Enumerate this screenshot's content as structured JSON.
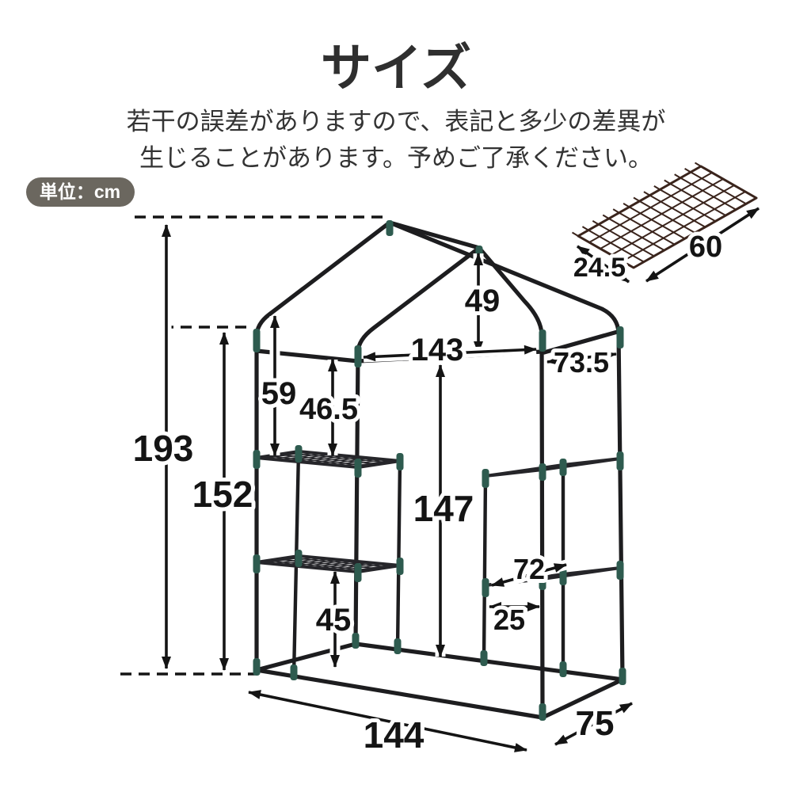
{
  "header": {
    "title": "サイズ",
    "subtitle_line1": "若干の誤差がありますので、表記と多少の差異が",
    "subtitle_line2": "生じることがあります。予めご了承ください。",
    "unit_badge": "単位：cm"
  },
  "dimensions": {
    "overall_height": "193",
    "cover_height": "152",
    "eave_to_shelf": "59",
    "rail_to_shelf": "46.5",
    "gable_height": "49",
    "top_width": "143",
    "top_depth": "73.5",
    "inner_height": "147",
    "right_shelf_depth": "72",
    "right_shelf_width": "25",
    "shelf_to_ground": "45",
    "base_width": "144",
    "base_depth": "75"
  },
  "inset_shelf": {
    "depth": "24.5",
    "length": "60"
  },
  "colors": {
    "frame": "#1d1d1f",
    "connector": "#2e5b4f",
    "shelf_mesh": "#26262a",
    "inset_mesh": "#3a241c",
    "badge_bg": "#6b675f",
    "title_text": "#2f2f2f",
    "dimension_text": "#141414"
  }
}
